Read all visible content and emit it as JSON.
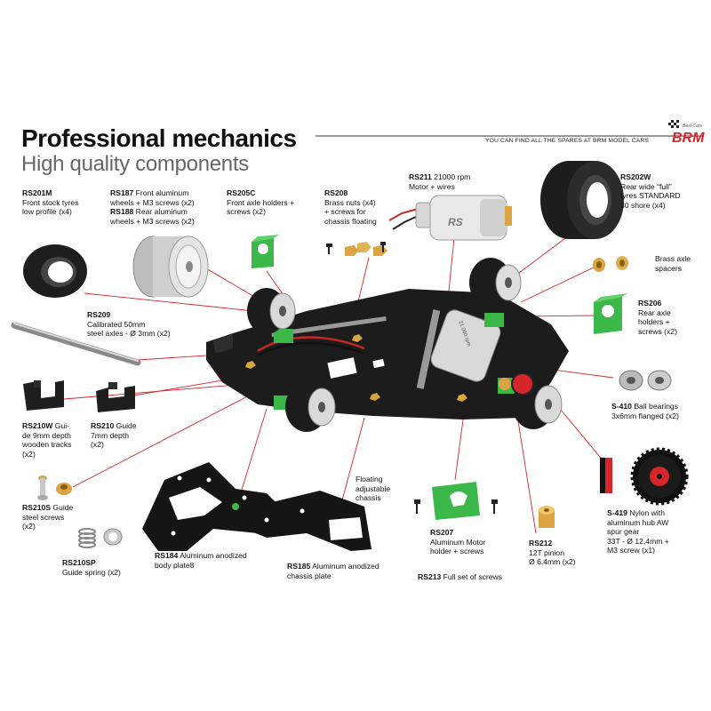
{
  "header": {
    "title": "Professional mechanics",
    "subtitle": "High quality components",
    "tagline": "YOU CAN FIND ALL THE SPARES AT BRM MODEL CARS",
    "logo_text": "BRM",
    "logo_small": "Best Cars"
  },
  "colors": {
    "green": "#3cb84a",
    "chassis": "#1c1c1c",
    "leader": "#d7262b",
    "brass": "#d9a441",
    "aluminum": "#c8c8c8",
    "logo_red": "#d7262b"
  },
  "labels": {
    "rs201m": {
      "code": "RS201M",
      "lines": [
        "Front stock tyres",
        "low profile (x4)"
      ]
    },
    "rs187": {
      "code": "RS187",
      "lines": [
        "Front aluminum",
        "wheels + M3 screws (x2)"
      ]
    },
    "rs188": {
      "code": "RS188",
      "lines": [
        "Rear aluminum",
        "wheels + M3 screws (x2)"
      ]
    },
    "rs205c": {
      "code": "RS205C",
      "lines": [
        "Front axle holders +",
        "screws (x2)"
      ]
    },
    "rs208": {
      "code": "RS208",
      "lines": [
        "Brass nuts (x4)",
        "+ screws for",
        "chassis floating"
      ]
    },
    "rs211": {
      "code": "RS211",
      "first": "21000 rpm",
      "lines": [
        "Motor + wires"
      ]
    },
    "rs202w": {
      "code": "RS202W",
      "lines": [
        "Rear wide “full”",
        "tyres STANDARD",
        "30 shore (x4)"
      ]
    },
    "spacers": {
      "lines": [
        "Brass axle",
        "spacers"
      ]
    },
    "rs209": {
      "code": "RS209",
      "lines": [
        "Calibrated 50mm",
        "steel axles - Ø 3mm (x2)"
      ]
    },
    "rs206": {
      "code": "RS206",
      "lines": [
        "Rear axle",
        "holders +",
        "screws (x2)"
      ]
    },
    "s410": {
      "code": "S-410",
      "first": "Ball bearings",
      "lines": [
        "3x6mm flanged (x2)"
      ]
    },
    "rs210w": {
      "code": "RS210W",
      "first": "Gui-",
      "lines": [
        "de 9mm depth",
        "wooden tracks",
        "(x2)"
      ]
    },
    "rs210": {
      "code": "RS210",
      "first": "Guide",
      "lines": [
        "7mm depth",
        "(x2)"
      ]
    },
    "floating": {
      "lines": [
        "Floating",
        "adjustable",
        "chassis"
      ]
    },
    "rs210s": {
      "code": "RS210S",
      "first": "Guide",
      "lines": [
        "steel screws",
        "(x2)"
      ]
    },
    "s419": {
      "code": "S-419",
      "first": "Nylon with",
      "lines": [
        "aluminum hub AW",
        "spur gear",
        "33T  - Ø 12,4mm +",
        "M3 screw (x1)"
      ]
    },
    "rs207": {
      "code": "RS207",
      "lines": [
        "Aluminum Motor",
        "holder + screws"
      ]
    },
    "rs212": {
      "code": "RS212",
      "lines": [
        "12T pinion",
        "Ø 6.4mm (x2)"
      ]
    },
    "rs210sp": {
      "code": "RS210SP",
      "lines": [
        "Guide spring (x2)"
      ]
    },
    "rs184": {
      "code": "RS184",
      "first": "Aluminum anodized",
      "lines": [
        "body plate8"
      ]
    },
    "rs185": {
      "code": "RS185",
      "first": "Aluminum anodized",
      "lines": [
        "chassis plate"
      ]
    },
    "rs213": {
      "code": "RS213",
      "first": "Full set of screws",
      "lines": []
    }
  },
  "motor_text": {
    "brand": "RS",
    "spec": "21.000 rpm"
  }
}
